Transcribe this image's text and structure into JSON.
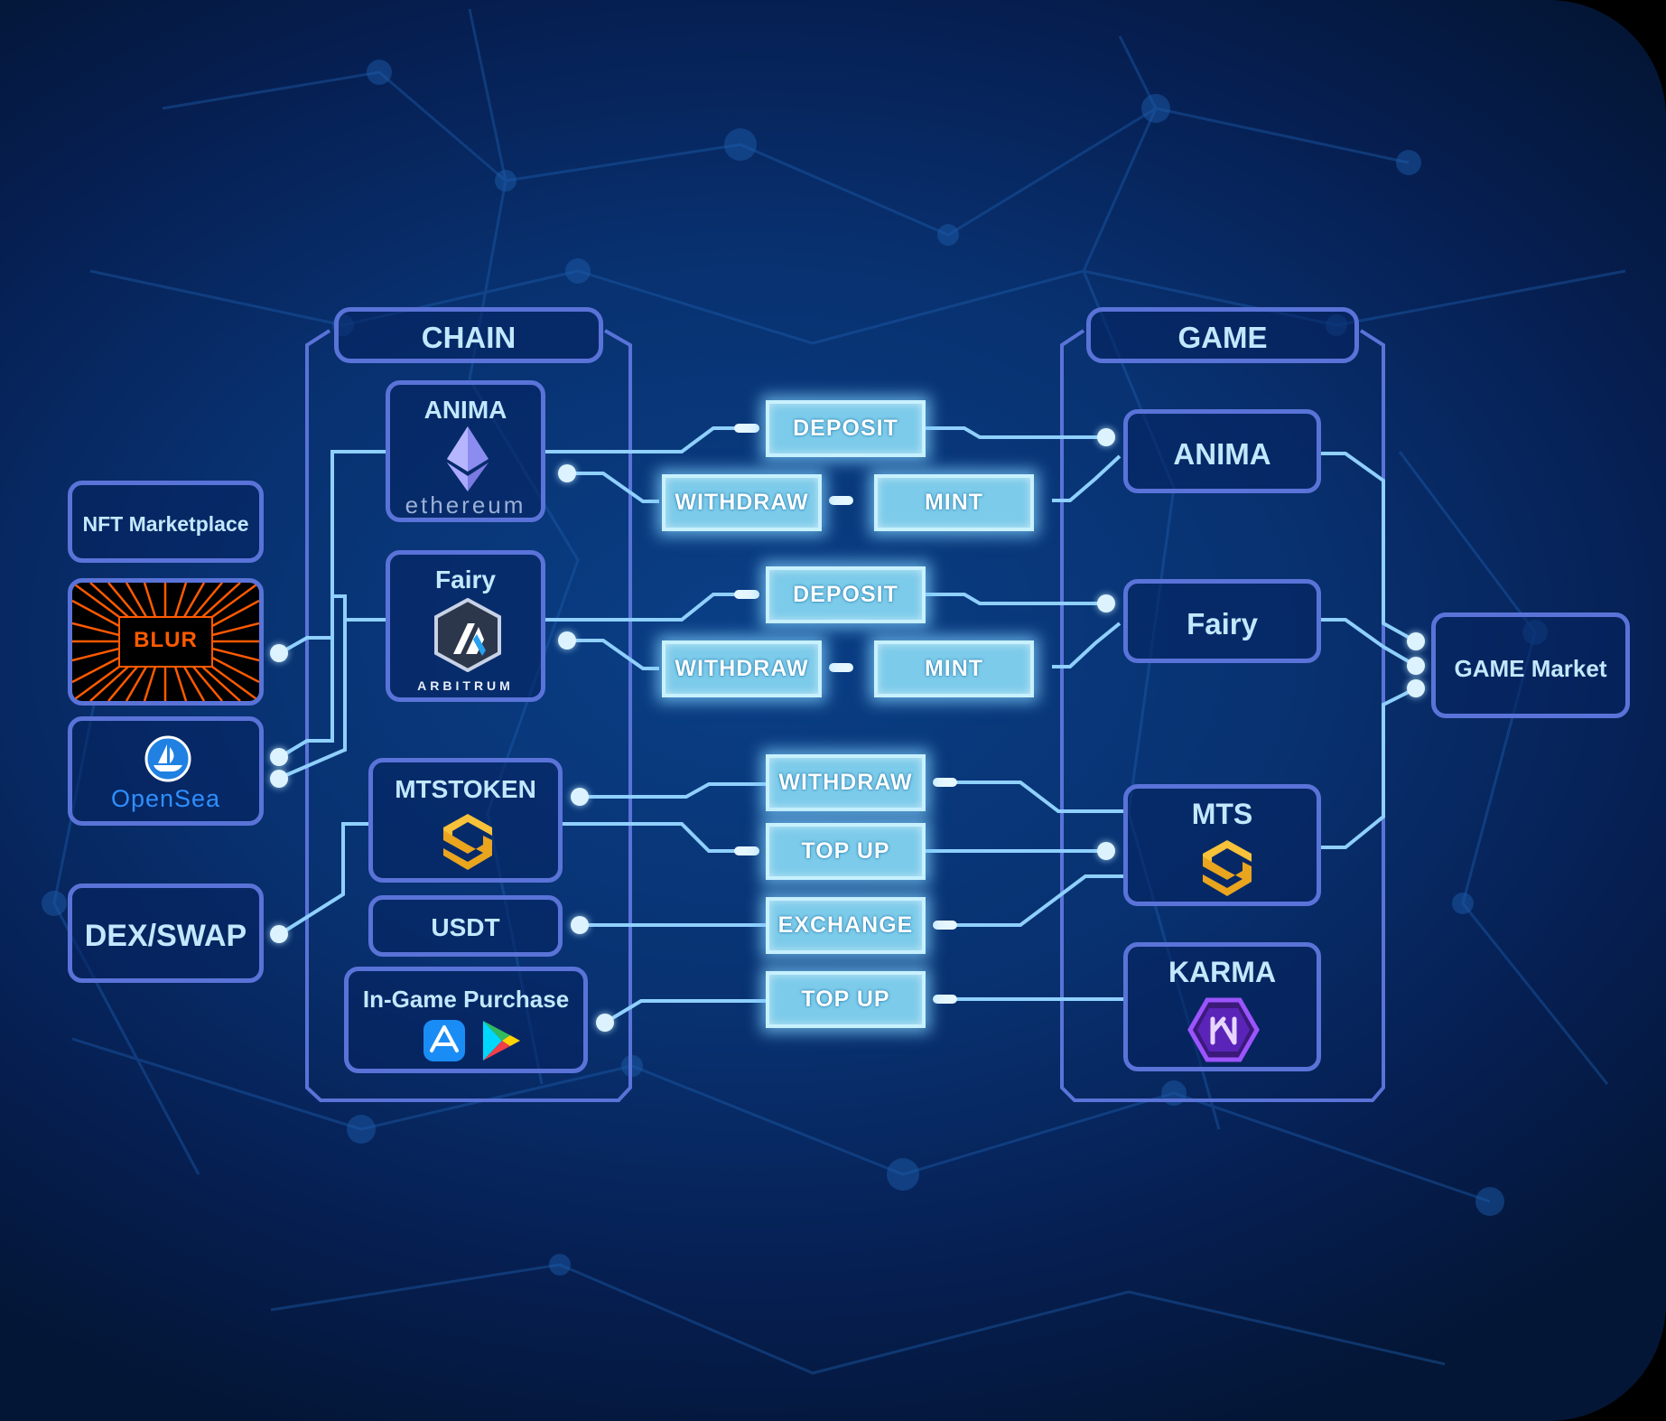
{
  "diagram": {
    "chain_header": "CHAIN",
    "game_header": "GAME",
    "nft_marketplace": "NFT Marketplace",
    "blur_logo": "BLUR",
    "opensea_logo": "OpenSea",
    "dex_swap": "DEX/SWAP",
    "chain_anima": "ANIMA",
    "ethereum_word": "ethereum",
    "chain_fairy": "Fairy",
    "arbitrum_word": "ARBITRUM",
    "mtstoken": "MTSTOKEN",
    "usdt": "USDT",
    "in_game_purchase": "In-Game Purchase",
    "game_anima": "ANIMA",
    "game_fairy": "Fairy",
    "game_mts": "MTS",
    "game_karma": "KARMA",
    "game_market": "GAME Market",
    "deposit_1": "DEPOSIT",
    "withdraw_1": "WITHDRAW",
    "mint_1": "MINT",
    "deposit_2": "DEPOSIT",
    "withdraw_2": "WITHDRAW",
    "mint_2": "MINT",
    "withdraw_3": "WITHDRAW",
    "top_up_1": "TOP UP",
    "exchange": "EXCHANGE",
    "top_up_2": "TOP UP"
  },
  "colors": {
    "background": "#083170",
    "box_border": "#5a73d8",
    "box_text": "#c2e8ff",
    "connector": "#8fd0ff",
    "action_fill": "#7ccbea",
    "blur_orange": "#ff5a00",
    "mts_gold": "#f5b52a",
    "karma_purple": "#8a3df0"
  },
  "icons": [
    "ethereum-icon",
    "arbitrum-icon",
    "blur-logo",
    "opensea-icon",
    "mts-icon",
    "app-store-icon",
    "google-play-icon",
    "karma-icon"
  ]
}
